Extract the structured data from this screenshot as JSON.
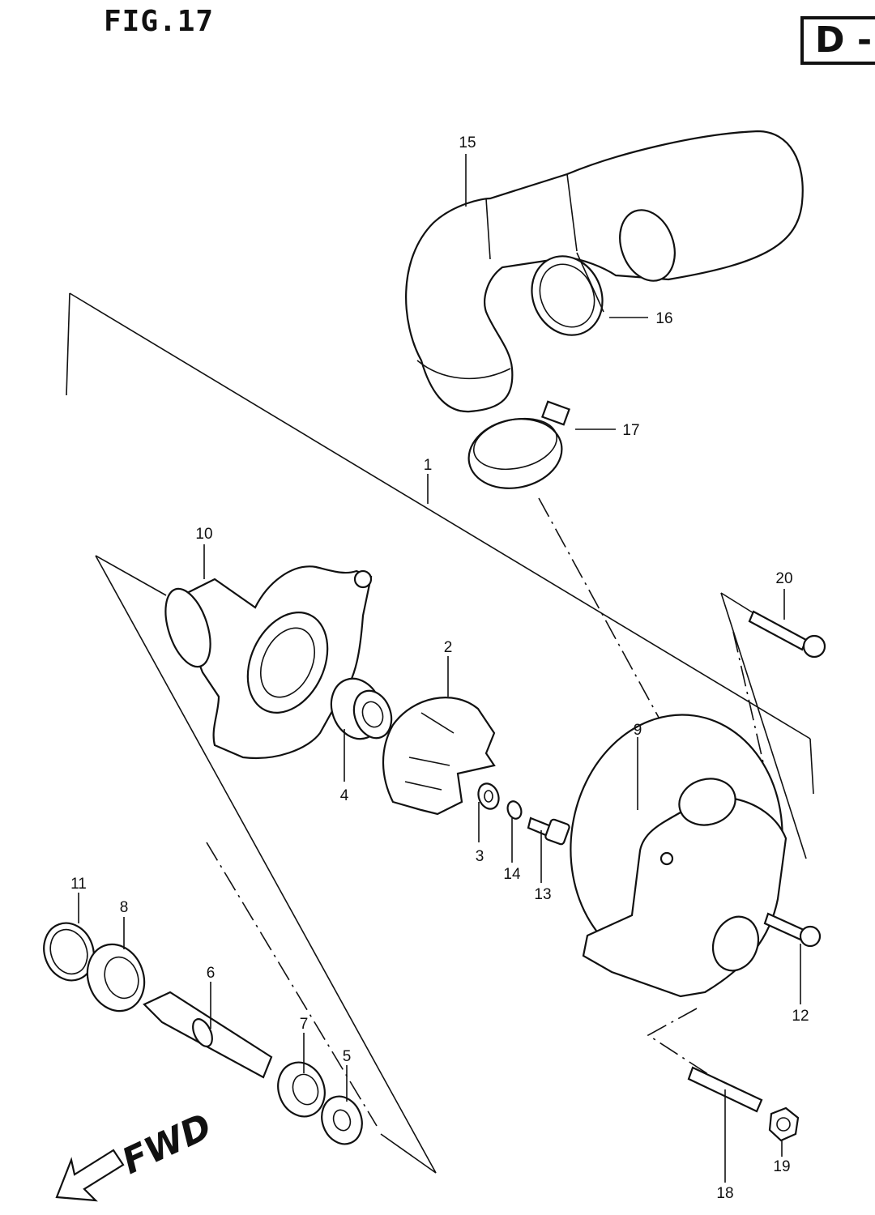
{
  "header": {
    "figure_label": "FIG.17",
    "section_box": "D -"
  },
  "callouts": [
    "1",
    "2",
    "3",
    "4",
    "5",
    "6",
    "7",
    "8",
    "9",
    "10",
    "11",
    "12",
    "13",
    "14",
    "15",
    "16",
    "17",
    "18",
    "19",
    "20"
  ],
  "direction_label": "FWD"
}
